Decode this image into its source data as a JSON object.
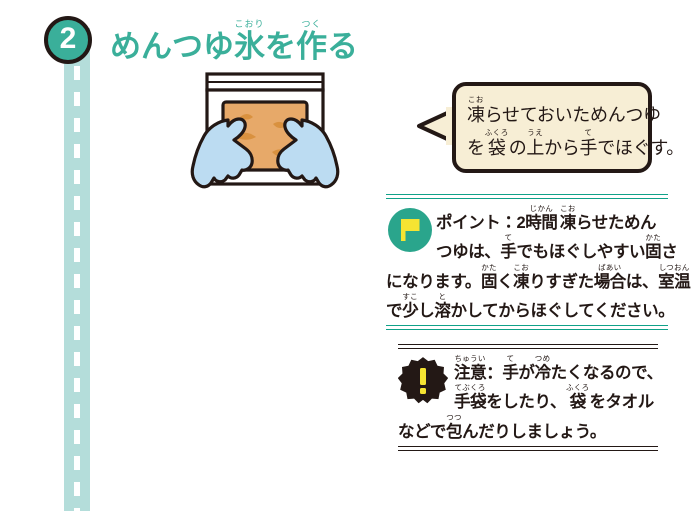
{
  "step": {
    "number": "2",
    "title_segments": [
      {
        "base": "めんつゆ",
        "ruby": ""
      },
      {
        "base": "氷",
        "ruby": "こおり"
      },
      {
        "base": "を",
        "ruby": ""
      },
      {
        "base": "作",
        "ruby": "つく"
      },
      {
        "base": "る",
        "ruby": ""
      }
    ],
    "title_plain": "めんつゆ氷を作る"
  },
  "illustration": {
    "alt": "手袋をした両手が凍っためんつゆ入りの袋を持っているイラスト",
    "colors": {
      "glove": "#bcdcf2",
      "outline": "#231815",
      "frozen_block": "#e7a969",
      "frozen_spot": "#d9913f",
      "bag": "#ffffff"
    }
  },
  "speech_bubble": {
    "lines": [
      [
        {
          "base": "凍",
          "ruby": "こお"
        },
        {
          "base": "らせておいためんつゆ",
          "ruby": ""
        }
      ],
      [
        {
          "base": "を",
          "ruby": ""
        },
        {
          "base": "袋",
          "ruby": "ふくろ"
        },
        {
          "base": "の",
          "ruby": ""
        },
        {
          "base": "上",
          "ruby": "うえ"
        },
        {
          "base": "から",
          "ruby": ""
        },
        {
          "base": "手",
          "ruby": "て"
        },
        {
          "base": "でほぐす。",
          "ruby": ""
        }
      ]
    ],
    "plain_text": "凍らせておいためんつゆを袋の上から手でほぐす。",
    "background": "#f7eed5",
    "border": "#231815"
  },
  "point_block": {
    "icon": "flag-icon",
    "icon_colors": {
      "circle": "#2aa58c",
      "flag": "#f5e432"
    },
    "rule_color": "#10a189",
    "lines": [
      {
        "indent": "indent-1",
        "segments": [
          {
            "base": "ポイント：2",
            "ruby": ""
          },
          {
            "base": "時間",
            "ruby": "じかん"
          },
          {
            "base": " ",
            "ruby": ""
          },
          {
            "base": "凍",
            "ruby": "こお"
          },
          {
            "base": "らせためん",
            "ruby": ""
          }
        ]
      },
      {
        "indent": "indent-2",
        "segments": [
          {
            "base": "つゆは、",
            "ruby": ""
          },
          {
            "base": "手",
            "ruby": "て"
          },
          {
            "base": "でもほぐしやすい",
            "ruby": ""
          },
          {
            "base": "固",
            "ruby": "かた"
          },
          {
            "base": "さ",
            "ruby": ""
          }
        ]
      },
      {
        "indent": "indent-0",
        "segments": [
          {
            "base": "になります。",
            "ruby": ""
          },
          {
            "base": "固",
            "ruby": "かた"
          },
          {
            "base": "く",
            "ruby": ""
          },
          {
            "base": "凍",
            "ruby": "こお"
          },
          {
            "base": "りすぎた",
            "ruby": ""
          },
          {
            "base": "場合",
            "ruby": "ばあい"
          },
          {
            "base": "は、",
            "ruby": ""
          },
          {
            "base": "室温",
            "ruby": "しつおん"
          }
        ]
      },
      {
        "indent": "indent-0",
        "segments": [
          {
            "base": "で",
            "ruby": ""
          },
          {
            "base": "少",
            "ruby": "すこ"
          },
          {
            "base": "し",
            "ruby": ""
          },
          {
            "base": "溶",
            "ruby": "と"
          },
          {
            "base": "かしてからほぐしてください。",
            "ruby": ""
          }
        ]
      }
    ],
    "plain_text": "ポイント：2時間凍らせためんつゆは、手でもほぐしやすい固さになります。固く凍りすぎた場合は、室温で少し溶かしてからほぐしてください。"
  },
  "caution_block": {
    "icon": "exclamation-badge-icon",
    "icon_colors": {
      "badge": "#231815",
      "mark": "#f5e432"
    },
    "rule_color": "#231815",
    "lines": [
      {
        "indent": "indent-1",
        "segments": [
          {
            "base": "注意",
            "ruby": "ちゅうい"
          },
          {
            "base": "：",
            "ruby": ""
          },
          {
            "base": "手",
            "ruby": "て"
          },
          {
            "base": "が",
            "ruby": ""
          },
          {
            "base": "冷",
            "ruby": "つめ"
          },
          {
            "base": "たくなるので、",
            "ruby": ""
          }
        ]
      },
      {
        "indent": "indent-1",
        "segments": [
          {
            "base": "手袋",
            "ruby": "てぶくろ"
          },
          {
            "base": "をしたり、",
            "ruby": ""
          },
          {
            "base": "袋",
            "ruby": "ふくろ"
          },
          {
            "base": "をタオル",
            "ruby": ""
          }
        ]
      },
      {
        "indent": "indent-0",
        "segments": [
          {
            "base": "などで",
            "ruby": ""
          },
          {
            "base": "包",
            "ruby": "つつ"
          },
          {
            "base": "んだりしましょう。",
            "ruby": ""
          }
        ]
      }
    ],
    "plain_text": "注意：手が冷たくなるので、手袋をしたり、袋をタオルなどで包んだりしましょう。"
  },
  "decoration": {
    "road_band_color": "#b4ddda",
    "road_dash_color": "#ffffff"
  },
  "theme": {
    "accent": "#3aaf9a",
    "ink": "#231815",
    "cream": "#f7eed5",
    "yellow": "#f5e432"
  }
}
